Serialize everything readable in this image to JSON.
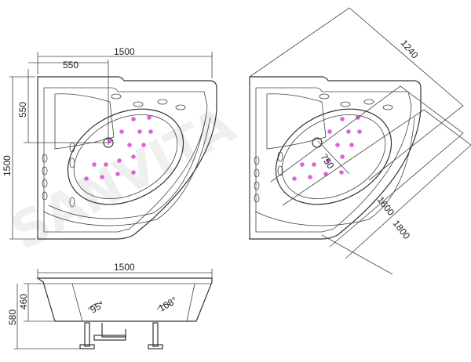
{
  "dims": {
    "top_width": "1500",
    "top_seat_w": "550",
    "top_seat_h": "550",
    "top_height": "1500",
    "diag_1240": "1240",
    "diag_750": "750",
    "diag_1600": "1600",
    "diag_1800": "1800",
    "side_width": "1500",
    "side_h1": "460",
    "side_h2": "580",
    "angle_left": "95°",
    "angle_right": "108°"
  },
  "watermark": "SANVITA",
  "colors": {
    "line": "#333333",
    "jet": "#e060e0"
  }
}
